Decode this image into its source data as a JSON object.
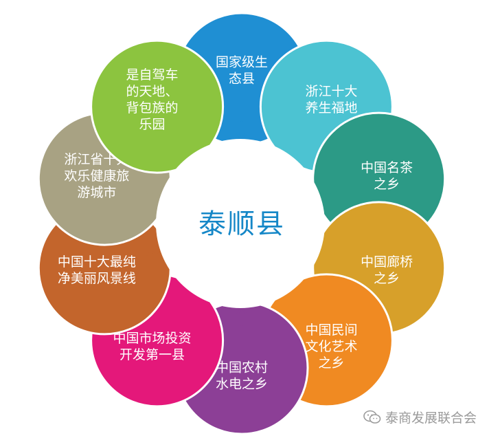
{
  "center": {
    "label": "泰顺县",
    "color": "#1587c7"
  },
  "petals": [
    {
      "lines": [
        "国家级生",
        "态县"
      ],
      "color": "#1f8fd3"
    },
    {
      "lines": [
        "浙江十大",
        "养生福地"
      ],
      "color": "#4cc3d2"
    },
    {
      "lines": [
        "中国名茶",
        "之乡"
      ],
      "color": "#2c9a86"
    },
    {
      "lines": [
        "中国廊桥",
        "之乡"
      ],
      "color": "#d7a02a"
    },
    {
      "lines": [
        "中国民间",
        "文化艺术",
        "之乡"
      ],
      "color": "#f08a22"
    },
    {
      "lines": [
        "中国农村",
        "水电之乡"
      ],
      "color": "#8c3f96"
    },
    {
      "lines": [
        "中国市场投资",
        "开发第一县"
      ],
      "color": "#e4187a"
    },
    {
      "lines": [
        "中国十大最纯",
        "净美丽风景线"
      ],
      "color": "#c3652c"
    },
    {
      "lines": [
        "浙江省十大",
        "欢乐健康旅",
        "游城市"
      ],
      "color": "#a8a283"
    },
    {
      "lines": [
        "是自驾车",
        "的天地、",
        "背包族的",
        "乐园"
      ],
      "color": "#8cc43f"
    }
  ],
  "watermark": {
    "text": "泰商发展联合会",
    "icon": "wechat-icon"
  }
}
